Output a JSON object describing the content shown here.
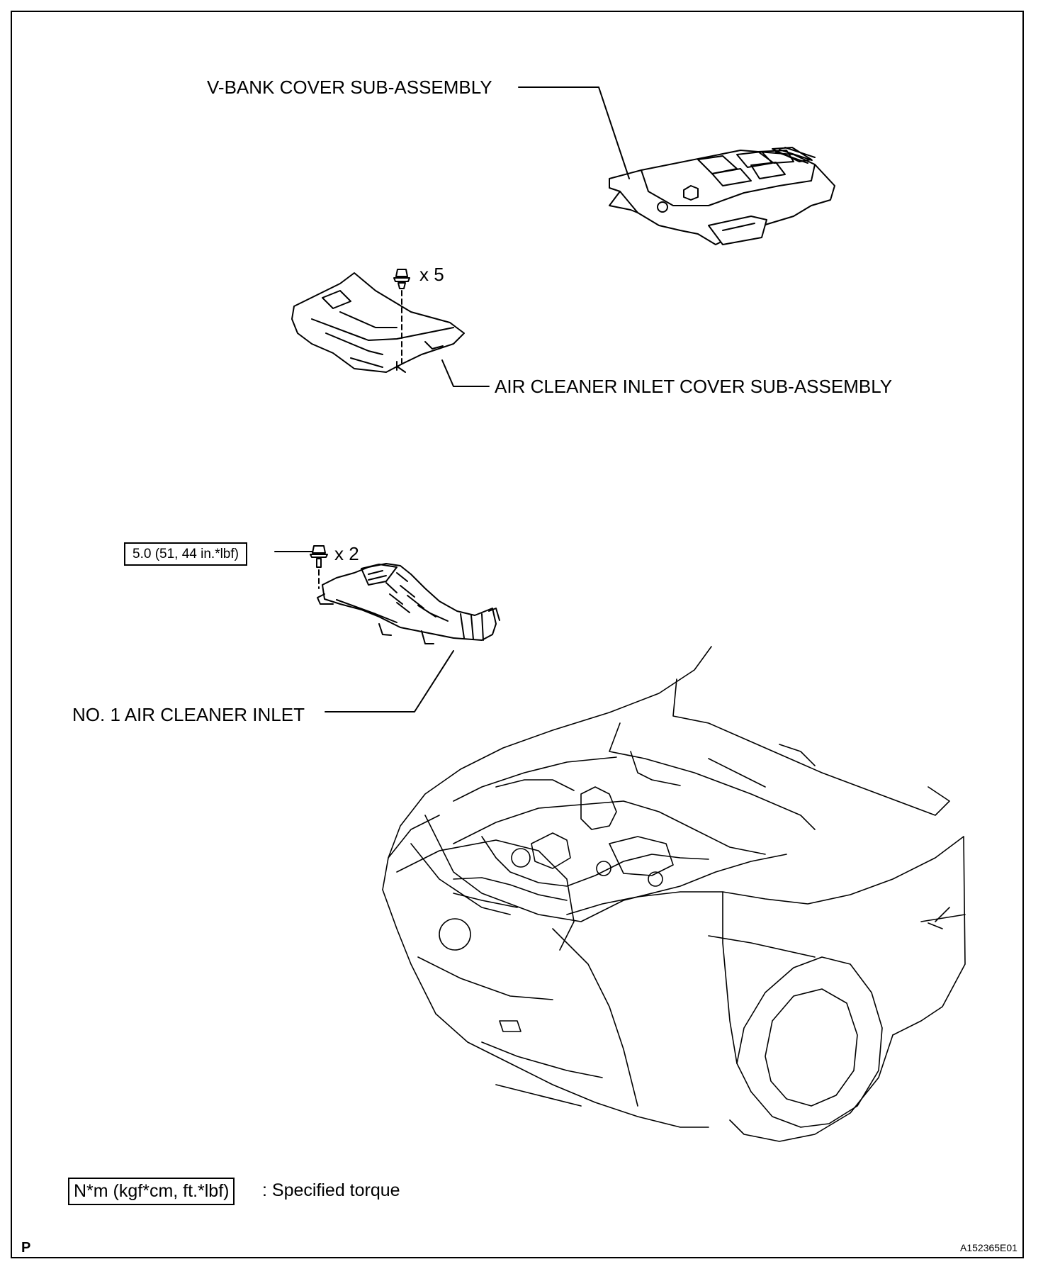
{
  "labels": {
    "v_bank_cover": "V-BANK COVER SUB-ASSEMBLY",
    "inlet_cover": "AIR CLEANER INLET COVER SUB-ASSEMBLY",
    "air_cleaner_inlet": "NO. 1 AIR CLEANER INLET"
  },
  "fasteners": {
    "clip_qty": "x 5",
    "bolt_qty": "x 2",
    "bolt_torque": "5.0 (51, 44 in.*lbf)"
  },
  "legend": {
    "unit": "N*m (kgf*cm, ft.*lbf)",
    "description": ": Specified torque"
  },
  "footer": {
    "corner_mark": "P",
    "figure_code": "A152365E01"
  }
}
